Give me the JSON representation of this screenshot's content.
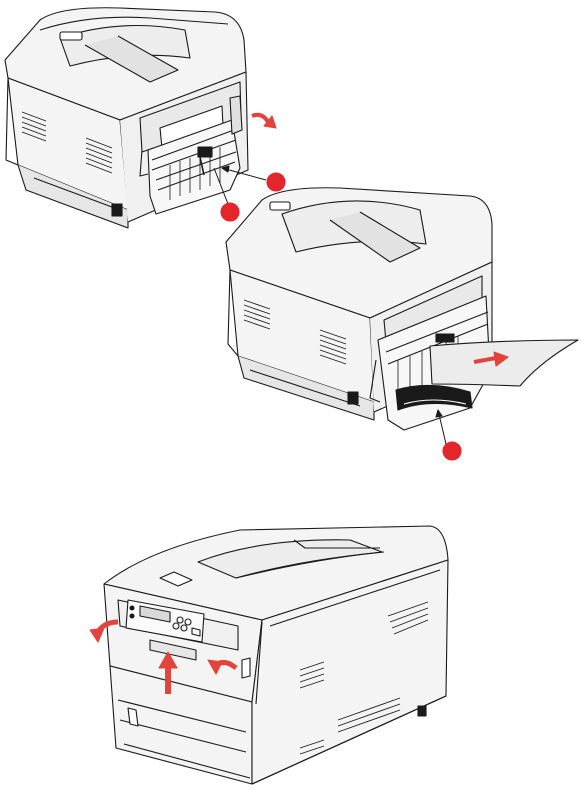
{
  "figure": {
    "panels": [
      {
        "name": "rear-unit-open",
        "callout_dots": 2,
        "arrows": [
          "curved-open-arrow",
          "pointer-line-arrow"
        ]
      },
      {
        "name": "rear-paper-removal",
        "callout_dots": 1,
        "arrows": [
          "paper-pull-arrow"
        ]
      },
      {
        "name": "front-cover-release",
        "callout_dots": 0,
        "arrows": [
          "left-curved-arrow",
          "up-arrow",
          "right-curved-arrow"
        ]
      }
    ]
  },
  "colors": {
    "line": "#1a1a1a",
    "body": "#f4f4f4",
    "shade": "#d9d9d9",
    "callout_red": "#e3262c",
    "arrow_red": "#e2443c",
    "paper": "#ececec"
  }
}
